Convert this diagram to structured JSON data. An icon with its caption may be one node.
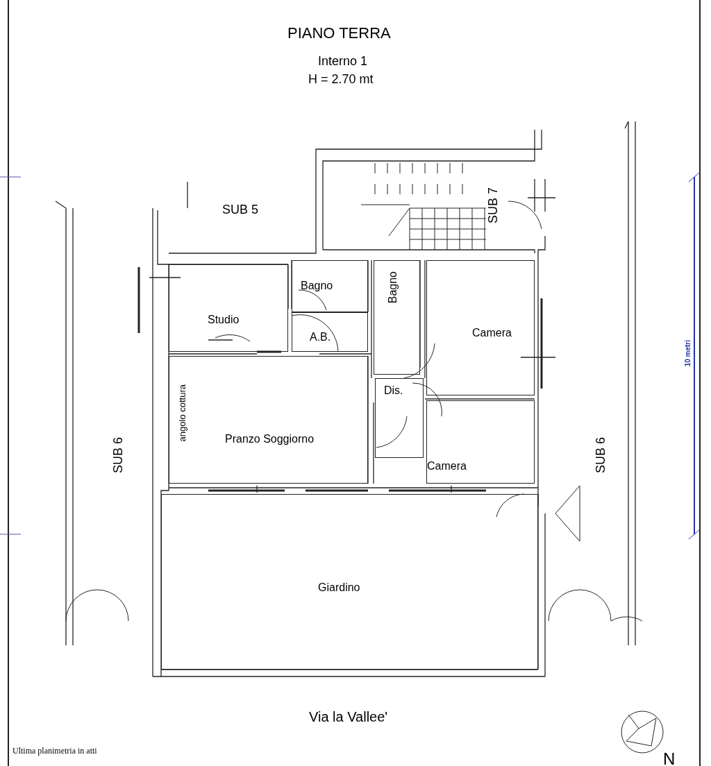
{
  "diagram": {
    "title": "PIANO TERRA",
    "nodes": [
      {
        "text": [
          "Studio"
        ]
      },
      {
        "text": [
          "Bagno"
        ]
      },
      {
        "text": [
          "A.B."
        ]
      },
      {
        "text": [
          "Bagno"
        ]
      },
      {
        "text": [
          "Camera"
        ]
      },
      {
        "text": [
          "Dis."
        ]
      },
      {
        "text": [
          "Pranzo Soggiorno",
          "angolo cottura"
        ]
      },
      {
        "text": [
          "Camera"
        ]
      },
      {
        "text": [
          "Giardino"
        ]
      }
    ],
    "edges": [],
    "labels": [
      "Interno 1",
      "H = 2.70 mt",
      "SUB 5",
      "SUB 7",
      "SUB 6",
      "SUB 6",
      "Via la Vallee'",
      "10 metri",
      "Ultima planimetria in atti",
      "N"
    ]
  }
}
